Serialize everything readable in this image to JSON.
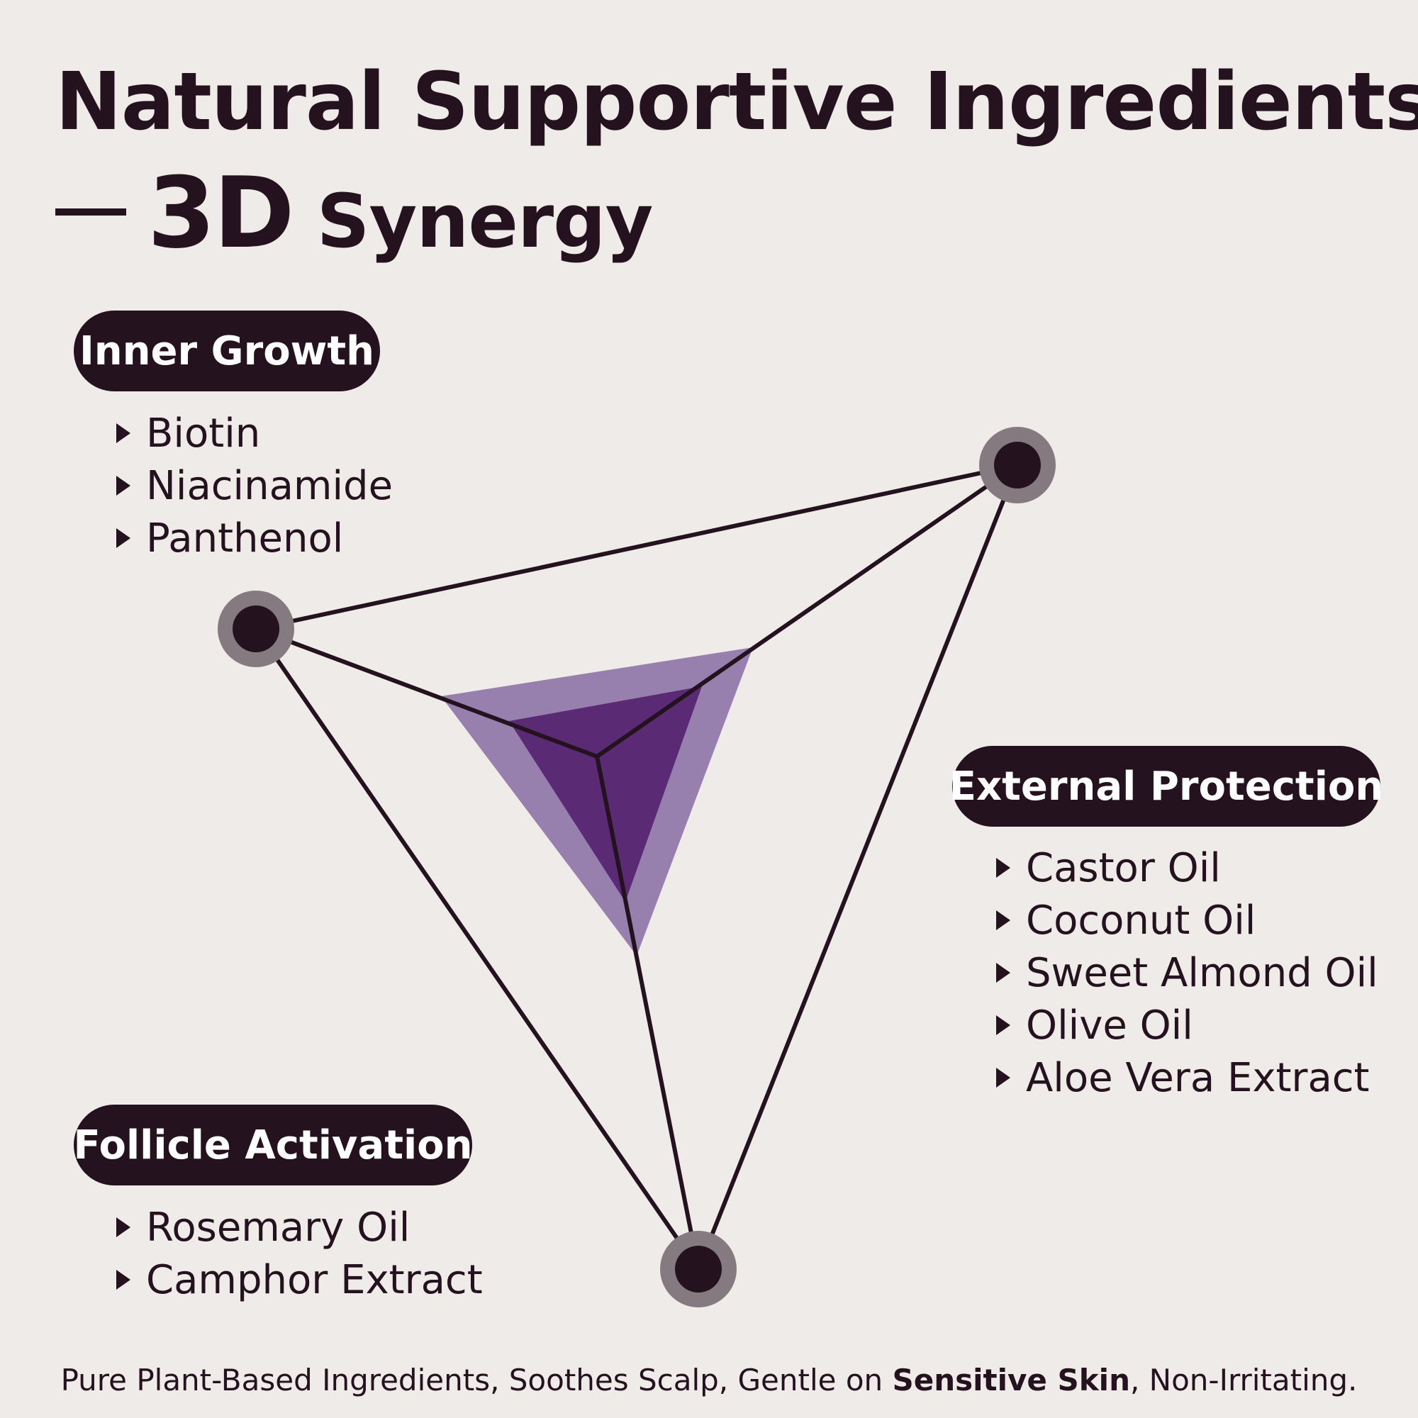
{
  "title": {
    "line1": "Natural Supportive Ingredients",
    "line2_main": "3D",
    "line2_sub": "Synergy"
  },
  "groups": [
    {
      "label": "Inner Growth",
      "items": [
        "Biotin",
        "Niacinamide",
        "Panthenol"
      ]
    },
    {
      "label": "External Protection",
      "items": [
        "Castor Oil",
        "Coconut Oil",
        "Sweet Almond Oil",
        "Olive Oil",
        "Aloe Vera Extract"
      ]
    },
    {
      "label": "Follicle Activation",
      "items": [
        "Rosemary Oil",
        "Camphor Extract"
      ]
    }
  ],
  "footer": {
    "part1": "Pure Plant-Based Ingredients, Soothes Scalp, Gentle on ",
    "bold": "Sensitive Skin",
    "part2": ", Non-Irritating."
  },
  "colors": {
    "background": "#efebe9",
    "dark": "#24121f",
    "node_halo": "#857a80",
    "purple_light": "#9880ae",
    "purple_dark": "#5b2a74"
  }
}
